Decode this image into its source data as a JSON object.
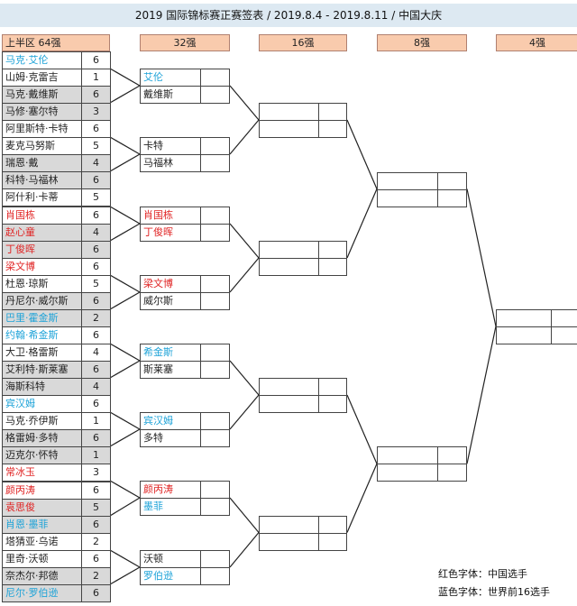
{
  "title": "2019 国际锦标赛正赛签表 / 2019.8.4 - 2019.8.11 / 中国大庆",
  "headers": {
    "r64": "上半区  64强",
    "r32": "32强",
    "r16": "16强",
    "r8": "8强",
    "r4": "4强"
  },
  "colors": {
    "red": "#e02424",
    "blue": "#1ea3d8",
    "header_fill": "#f9cbad",
    "title_fill": "#dde9f2"
  },
  "players": [
    {
      "name": "马克·艾伦",
      "score": "6",
      "color": "blue"
    },
    {
      "name": "山姆·克雷吉",
      "score": "1",
      "color": "black"
    },
    {
      "name": "马克·戴维斯",
      "score": "6",
      "color": "black"
    },
    {
      "name": "马修·塞尔特",
      "score": "3",
      "color": "black"
    },
    {
      "name": "阿里斯特·卡特",
      "score": "6",
      "color": "black"
    },
    {
      "name": "麦克马努斯",
      "score": "5",
      "color": "black"
    },
    {
      "name": "瑞恩·戴",
      "score": "4",
      "color": "black"
    },
    {
      "name": "科特·马福林",
      "score": "6",
      "color": "black"
    },
    {
      "name": "阿什利·卡蒂",
      "score": "5",
      "color": "black"
    },
    {
      "name": "肖国栋",
      "score": "6",
      "color": "red"
    },
    {
      "name": "赵心童",
      "score": "4",
      "color": "red"
    },
    {
      "name": "丁俊晖",
      "score": "6",
      "color": "red"
    },
    {
      "name": "梁文博",
      "score": "6",
      "color": "red"
    },
    {
      "name": "杜恩·琼斯",
      "score": "5",
      "color": "black"
    },
    {
      "name": "丹尼尔·威尔斯",
      "score": "6",
      "color": "black"
    },
    {
      "name": "巴里·霍金斯",
      "score": "2",
      "color": "blue"
    },
    {
      "name": "约翰·希金斯",
      "score": "6",
      "color": "blue"
    },
    {
      "name": "大卫·格雷斯",
      "score": "4",
      "color": "black"
    },
    {
      "name": "艾利特·斯莱塞",
      "score": "6",
      "color": "black"
    },
    {
      "name": "海斯科特",
      "score": "4",
      "color": "black"
    },
    {
      "name": "宾汉姆",
      "score": "6",
      "color": "blue"
    },
    {
      "name": "马克·乔伊斯",
      "score": "1",
      "color": "black"
    },
    {
      "name": "格雷姆·多特",
      "score": "6",
      "color": "black"
    },
    {
      "name": "迈克尔·怀特",
      "score": "1",
      "color": "black"
    },
    {
      "name": "常冰玉",
      "score": "3",
      "color": "red"
    },
    {
      "name": "颜丙涛",
      "score": "6",
      "color": "red"
    },
    {
      "name": "袁思俊",
      "score": "5",
      "color": "red"
    },
    {
      "name": "肖恩·墨菲",
      "score": "6",
      "color": "blue"
    },
    {
      "name": "塔猜亚·乌诺",
      "score": "2",
      "color": "black"
    },
    {
      "name": "里奇·沃顿",
      "score": "6",
      "color": "black"
    },
    {
      "name": "奈杰尔·邦德",
      "score": "2",
      "color": "black"
    },
    {
      "name": "尼尔·罗伯逊",
      "score": "6",
      "color": "blue"
    }
  ],
  "round32": [
    [
      {
        "name": "艾伦",
        "color": "blue"
      },
      {
        "name": "戴维斯",
        "color": "black"
      }
    ],
    [
      {
        "name": "卡特",
        "color": "black"
      },
      {
        "name": "马福林",
        "color": "black"
      }
    ],
    [
      {
        "name": "肖国栋",
        "color": "red"
      },
      {
        "name": "丁俊晖",
        "color": "red"
      }
    ],
    [
      {
        "name": "梁文博",
        "color": "red"
      },
      {
        "name": "威尔斯",
        "color": "black"
      }
    ],
    [
      {
        "name": "希金斯",
        "color": "blue"
      },
      {
        "name": "斯莱塞",
        "color": "black"
      }
    ],
    [
      {
        "name": "宾汉姆",
        "color": "blue"
      },
      {
        "name": "多特",
        "color": "black"
      }
    ],
    [
      {
        "name": "颜丙涛",
        "color": "red"
      },
      {
        "name": "墨菲",
        "color": "blue"
      }
    ],
    [
      {
        "name": "沃顿",
        "color": "black"
      },
      {
        "name": "罗伯逊",
        "color": "blue"
      }
    ]
  ],
  "legend": {
    "red": "红色字体：中国选手",
    "blue": "蓝色字体：世界前16选手"
  }
}
